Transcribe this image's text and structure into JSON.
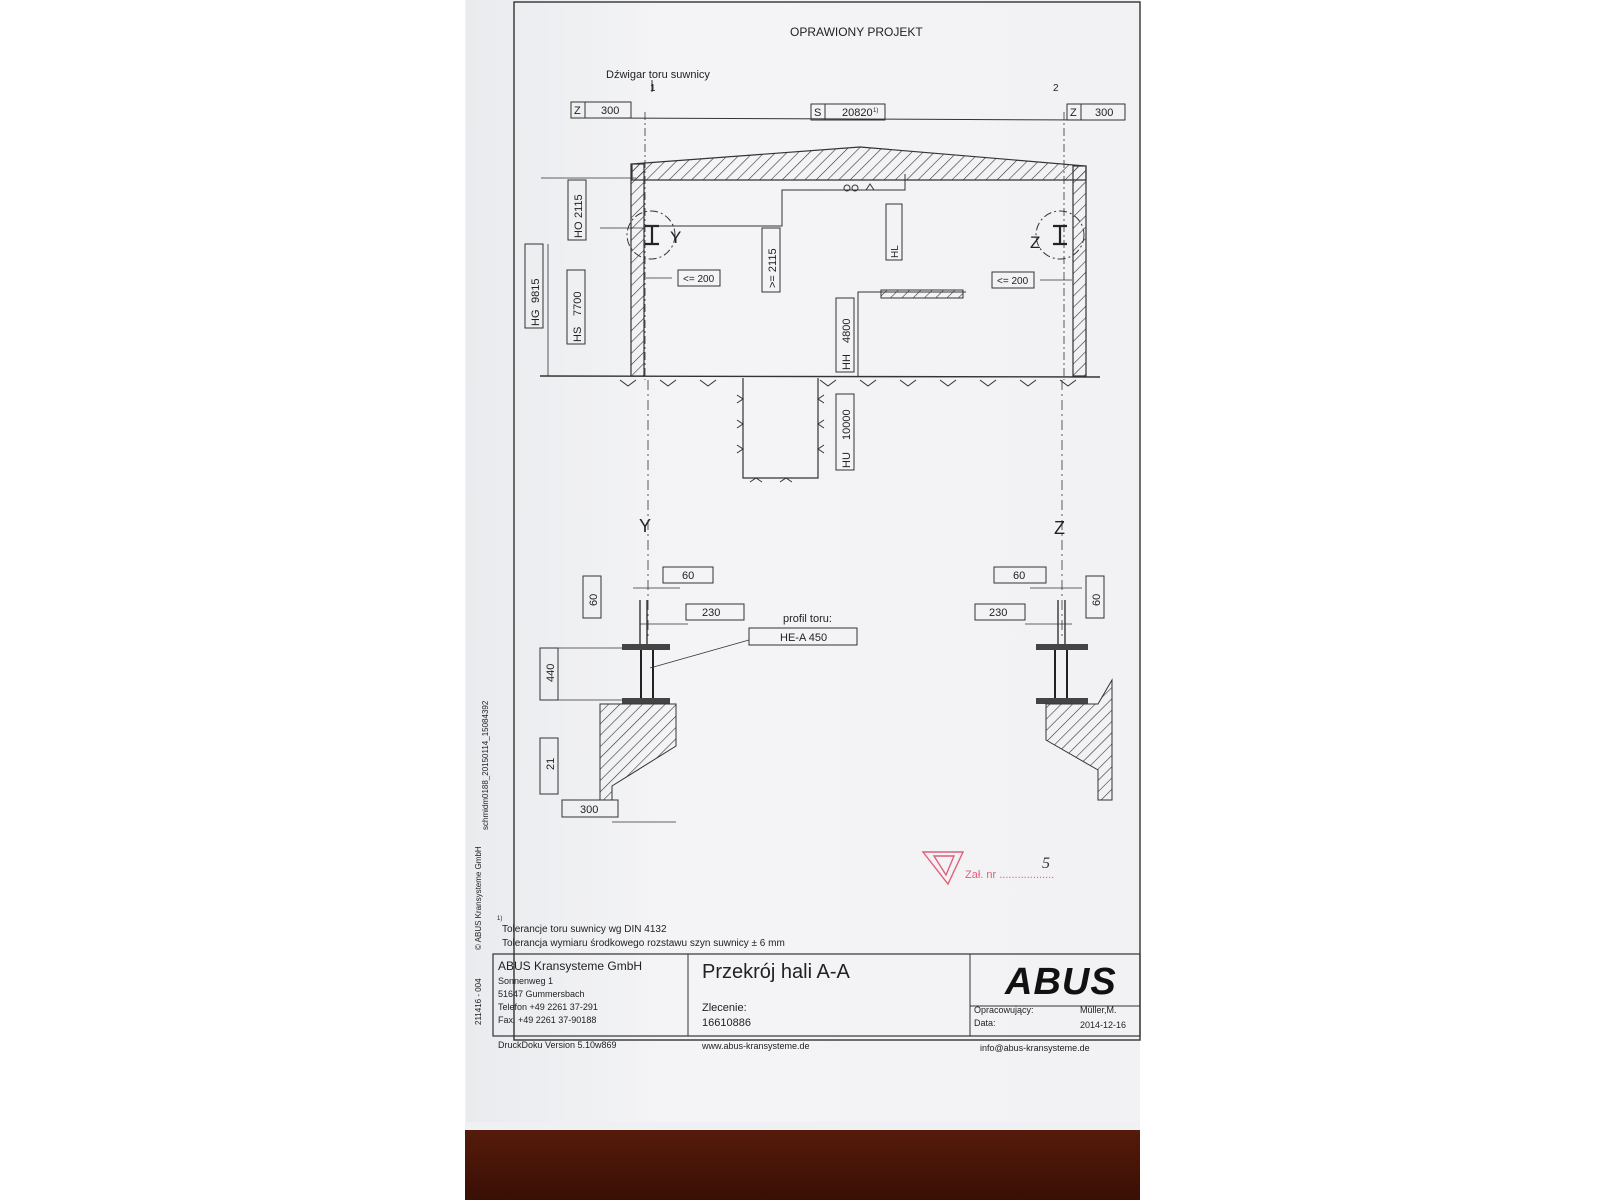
{
  "header": {
    "faint_title": "OPRAWIONY PROJEKT"
  },
  "girder_label": "Dźwigar toru suwnicy",
  "axes": {
    "axis_1": "1",
    "axis_2": "2",
    "y": "Y",
    "z": "Z"
  },
  "dims": {
    "z_left": {
      "code": "Z",
      "value": "300"
    },
    "s_span": {
      "code": "S",
      "value": "20820",
      "note": "1)"
    },
    "z_right": {
      "code": "Z",
      "value": "300"
    },
    "ho": {
      "code": "HO",
      "value": "2115"
    },
    "hg": {
      "code": "HG",
      "value": "9815"
    },
    "hs": {
      "code": "HS",
      "value": "7700"
    },
    "hl": {
      "code": "HL",
      "value": ""
    },
    "hh": {
      "code": "HH",
      "value": "4800"
    },
    "hu": {
      "code": "HU",
      "value": "10000"
    },
    "hook_min": ">= 2115",
    "clear_left": "<= 200",
    "clear_right": "<= 200"
  },
  "rail_detail": {
    "left_60_top": "60",
    "left_60_side": "60",
    "left_230": "230",
    "left_440": "440",
    "left_21": "21",
    "left_300": "300",
    "right_60_top": "60",
    "right_60_side": "60",
    "right_230": "230",
    "profile_label": "profil toru:",
    "profile_value": "HE-A 450"
  },
  "stamp": {
    "text": "Zał. nr ..................",
    "number": "5"
  },
  "side_text": {
    "code": "211416 - 004",
    "copyright": "© ABUS Kransysteme GmbH",
    "file": "schmidm0188_20150114_15084392"
  },
  "footnote": {
    "marker": "1)",
    "line1": "Tolerancje toru suwnicy wg DIN 4132",
    "line2": "Tolerancja wymiaru środkowego rozstawu szyn suwnicy ± 6 mm"
  },
  "title_block": {
    "company": "ABUS Kransysteme GmbH",
    "street": "Sonnenweg 1",
    "city": "51647 Gummersbach",
    "phone": "Telefon +49 2261 37-291",
    "fax": "Fax. +49 2261 37-90188",
    "version": "DruckDoku Version 5.10w869",
    "title": "Przekrój hali A-A",
    "order_label": "Zlecenie:",
    "order_no": "16610886",
    "website": "www.abus-kransysteme.de",
    "logo_text": "ABUS",
    "author_label": "Opracowujący:",
    "author": "Müller,M.",
    "date_label": "Data:",
    "date": "2014-12-16",
    "email": "info@abus-kransysteme.de"
  },
  "colors": {
    "ink": "#222222",
    "stamp": "#e0607a",
    "paper": "#f2f2f4",
    "wood": "#4a1608"
  }
}
